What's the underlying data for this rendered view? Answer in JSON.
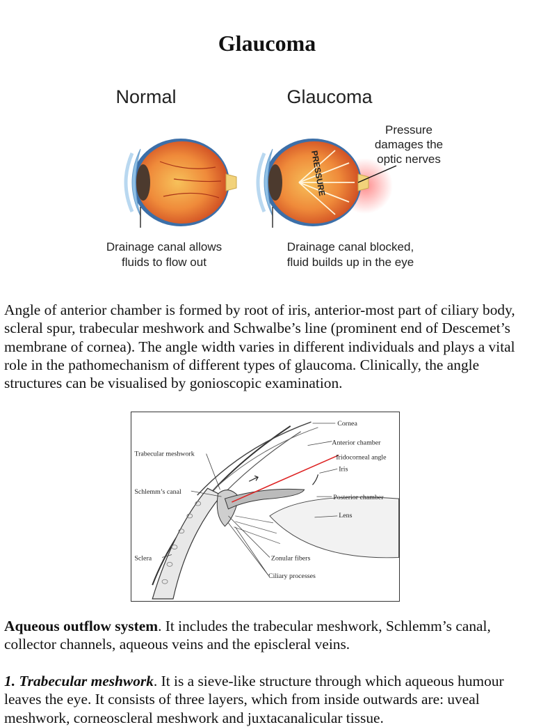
{
  "title": "Glaucoma",
  "figure1": {
    "normal_label": "Normal",
    "glaucoma_label": "Glaucoma",
    "pressure_word": "PRESSURE",
    "pressure_note": [
      "Pressure",
      "damages the",
      "optic nerves"
    ],
    "normal_caption": [
      "Drainage canal allows",
      "fluids to flow out"
    ],
    "glaucoma_caption": [
      "Drainage canal blocked,",
      "fluid builds up in the eye"
    ]
  },
  "paragraph1": "Angle of anterior chamber is formed by root of iris, anterior-most part of ciliary body, scleral spur, trabecular meshwork and Schwalbe’s line (prominent end of Descemet’s membrane of cornea). The angle width varies in different individuals and plays a vital role in the pathomechanism of different types of glaucoma. Clinically, the angle structures can be visualised by gonioscopic examination.",
  "figure2": {
    "labels": {
      "cornea": "Cornea",
      "anterior_chamber": "Anterior chamber",
      "iridocorneal_angle": "Iridocorneal angle",
      "iris": "Iris",
      "posterior_chamber": "Posterior chamber",
      "lens": "Lens",
      "trabecular_meshwork": "Trabecular meshwork",
      "schlemms_canal": "Schlemm’s canal",
      "sclera": "Sclera",
      "zonular_fibers": "Zonular fibers",
      "ciliary_processes": "Ciliary processes"
    }
  },
  "paragraph2": {
    "lead": "Aqueous outflow system",
    "text": ". It includes the trabecular meshwork, Schlemm’s canal, collector channels, aqueous veins and the episcleral veins."
  },
  "paragraph3": {
    "lead": "1. Trabecular meshwork",
    "text": ". It is a sieve-like structure through which aqueous humour leaves the eye. It consists of three layers, which from inside outwards are: uveal meshwork, corneoscleral meshwork and juxtacanalicular tissue."
  }
}
